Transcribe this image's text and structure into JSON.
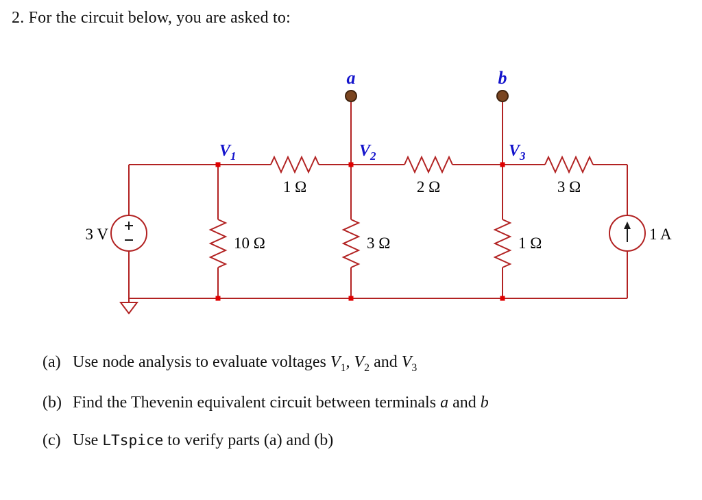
{
  "title": "2. For the circuit below, you are asked to:",
  "colors": {
    "wire": "#b22222",
    "node_label": "#1414cc",
    "junction": "#e00000",
    "terminal_fill": "#7a4520",
    "text": "#000000",
    "background": "#ffffff"
  },
  "circuit": {
    "terminals": {
      "a": "a",
      "b": "b"
    },
    "nodes": [
      {
        "name": "V",
        "sub": "1"
      },
      {
        "name": "V",
        "sub": "2"
      },
      {
        "name": "V",
        "sub": "3"
      }
    ],
    "voltage_source": "3 V",
    "current_source": "1 A",
    "series_resistors": [
      "1 Ω",
      "2 Ω",
      "3 Ω"
    ],
    "shunt_resistors": [
      "10 Ω",
      "3 Ω",
      "1 Ω"
    ]
  },
  "questions": {
    "a": {
      "marker": "(a)",
      "pre": "Use node analysis to evaluate voltages ",
      "v1": "V",
      "s1": "1",
      "sep": ", ",
      "v2": "V",
      "s2": "2",
      "and": " and ",
      "v3": "V",
      "s3": "3"
    },
    "b": {
      "marker": "(b)",
      "pre": "Find the Thevenin equivalent circuit between terminals ",
      "term_a": "a",
      "and": " and ",
      "term_b": "b"
    },
    "c": {
      "marker": "(c)",
      "pre": "Use ",
      "code": "LTspice",
      "post": " to verify parts (a) and (b)"
    }
  }
}
